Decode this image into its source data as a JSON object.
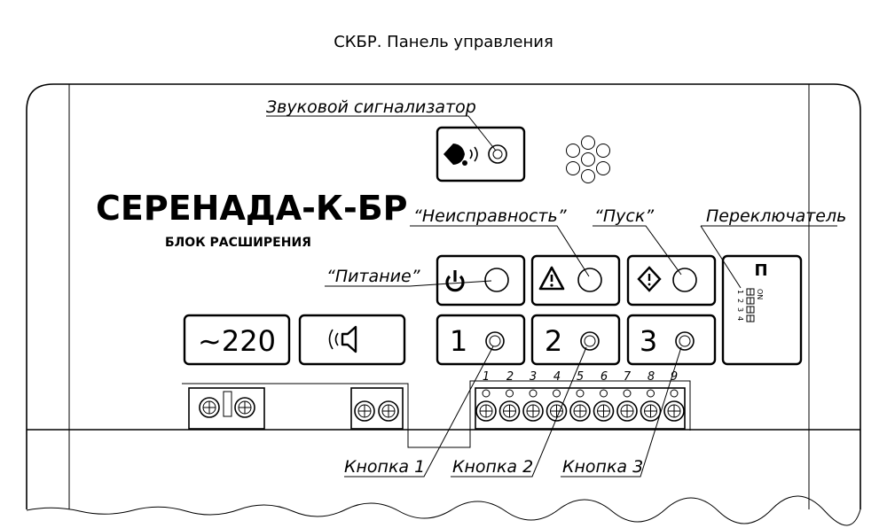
{
  "caption": "СКБР. Панель управления",
  "device": {
    "brand": "СЕРЕНАДА-К-БР",
    "subtitle": "БЛОК РАСШИРЕНИЯ"
  },
  "callouts": {
    "buzzer": "Звуковой сигнализатор",
    "fault": "“Неисправность”",
    "start": "“Пуск”",
    "switch": "Переключатель",
    "power": "“Питание”",
    "button1": "Кнопка 1",
    "button2": "Кнопка 2",
    "button3": "Кнопка 3"
  },
  "panel": {
    "mains_label": "~220",
    "button1_label": "1",
    "button2_label": "2",
    "button3_label": "3",
    "switch_label": "П",
    "switch_on": "ON",
    "switch_numbers": [
      "1",
      "2",
      "3",
      "4"
    ]
  },
  "terminals": {
    "numbers": [
      "1",
      "2",
      "3",
      "4",
      "5",
      "6",
      "7",
      "8",
      "9"
    ]
  },
  "icons": [
    "bell-icon",
    "power-icon",
    "warning-icon",
    "start-diamond-icon",
    "speaker-icon",
    "speaker-grille-icon",
    "dip-switch-icon",
    "screw-terminal-icon"
  ]
}
